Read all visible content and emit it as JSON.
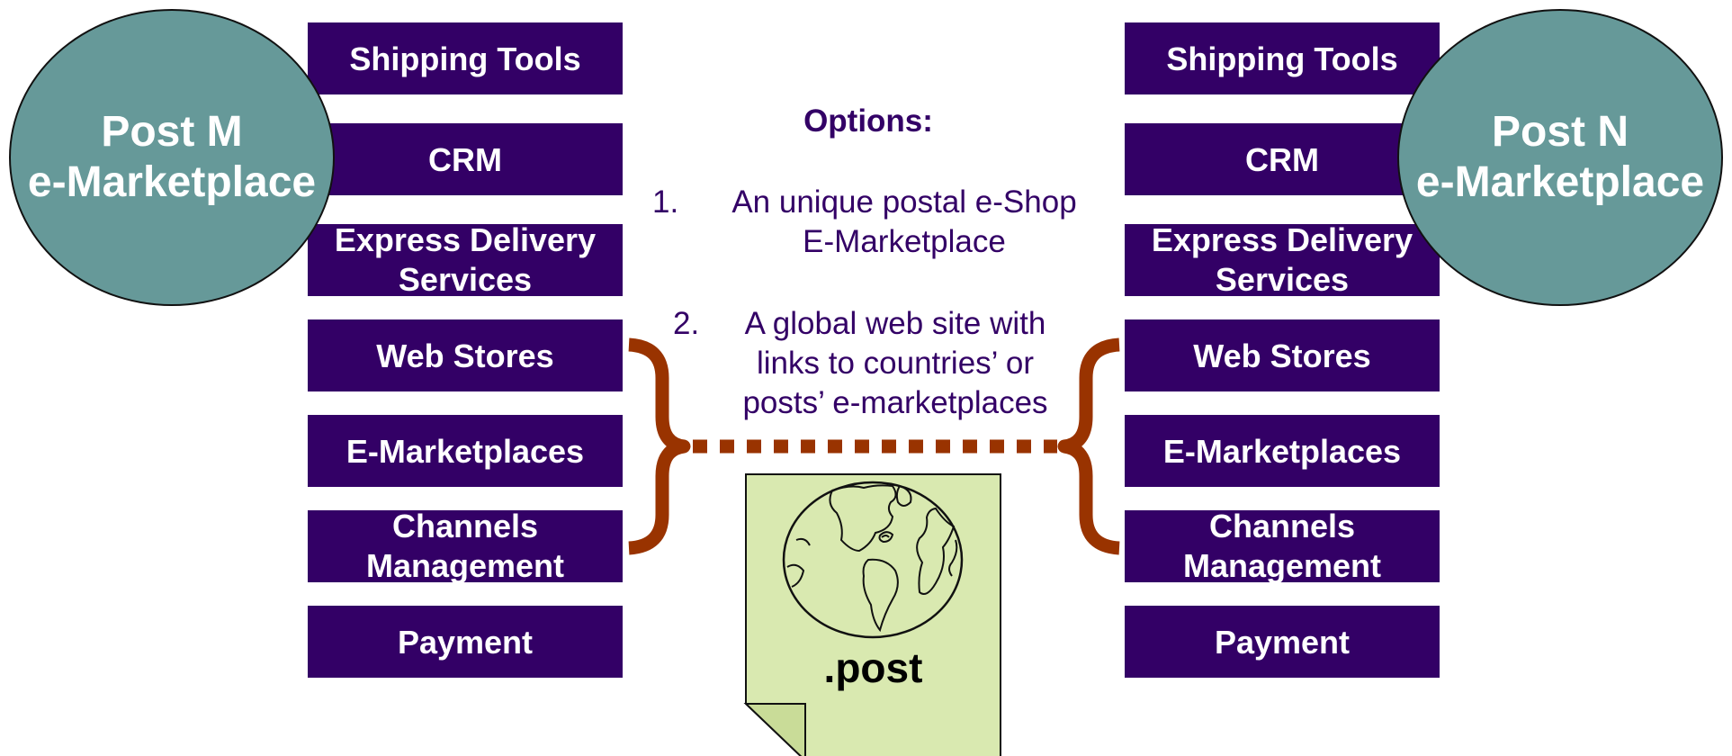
{
  "left": {
    "title": "Post M\ne-Marketplace",
    "boxes": [
      "Shipping Tools",
      "CRM",
      "Express Delivery Services",
      "Web Stores",
      "E-Marketplaces",
      "Channels Management",
      "Payment"
    ]
  },
  "right": {
    "title": "Post N\ne-Marketplace",
    "boxes": [
      "Shipping Tools",
      "CRM",
      "Express Delivery Services",
      "Web Stores",
      "E-Marketplaces",
      "Channels Management",
      "Payment"
    ]
  },
  "options": {
    "title": "Options:",
    "items": [
      {
        "number": "1.",
        "text": "An unique postal e-Shop\nE-Marketplace"
      },
      {
        "number": "2.",
        "text": "A global web site with\nlinks to countries’ or\nposts’ e-marketplaces"
      }
    ]
  },
  "document": {
    "label": ".post"
  },
  "colors": {
    "box_fill": "#330066",
    "box_text": "#ffffff",
    "ellipse_fill": "#669999",
    "brace": "#993300",
    "options_text": "#330066",
    "document_fill": "#d9e9b0"
  },
  "icons": {
    "globe": "globe-icon",
    "document": "document-icon"
  }
}
